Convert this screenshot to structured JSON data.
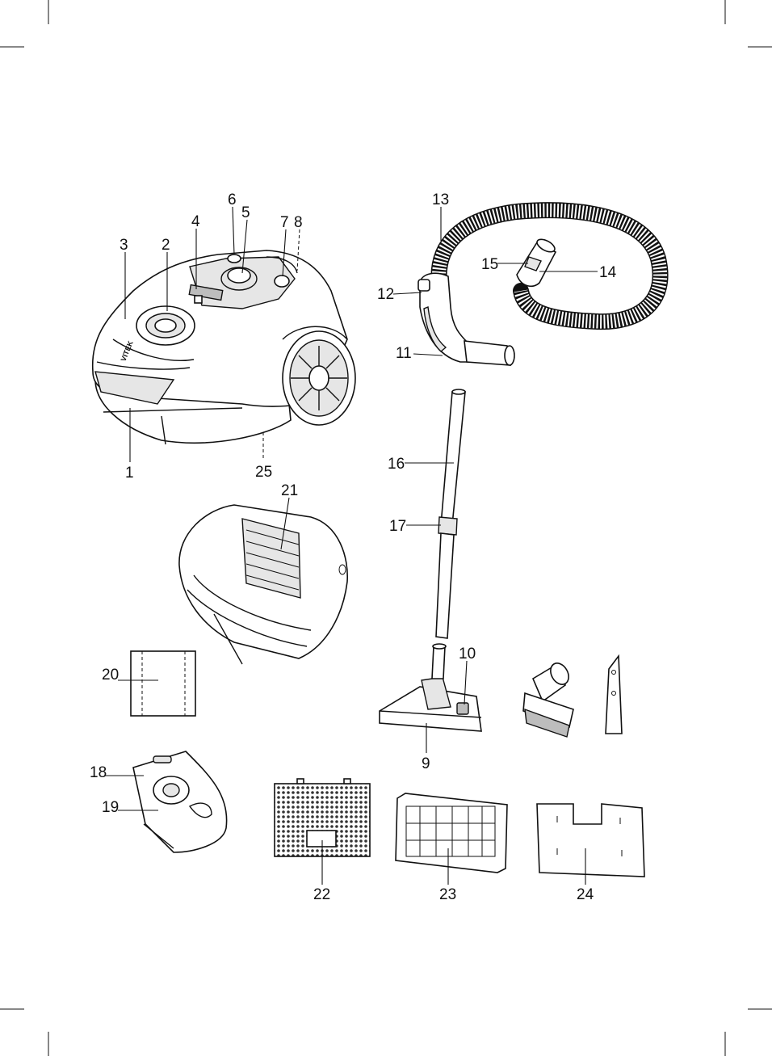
{
  "callouts": [
    {
      "id": "c1",
      "label": "1"
    },
    {
      "id": "c2",
      "label": "2"
    },
    {
      "id": "c3",
      "label": "3"
    },
    {
      "id": "c4",
      "label": "4"
    },
    {
      "id": "c5",
      "label": "5"
    },
    {
      "id": "c6",
      "label": "6"
    },
    {
      "id": "c7",
      "label": "7"
    },
    {
      "id": "c8",
      "label": "8"
    },
    {
      "id": "c9",
      "label": "9"
    },
    {
      "id": "c10",
      "label": "10"
    },
    {
      "id": "c11",
      "label": "11"
    },
    {
      "id": "c12",
      "label": "12"
    },
    {
      "id": "c13",
      "label": "13"
    },
    {
      "id": "c14",
      "label": "14"
    },
    {
      "id": "c15",
      "label": "15"
    },
    {
      "id": "c16",
      "label": "16"
    },
    {
      "id": "c17",
      "label": "17"
    },
    {
      "id": "c18",
      "label": "18"
    },
    {
      "id": "c19",
      "label": "19"
    },
    {
      "id": "c20",
      "label": "20"
    },
    {
      "id": "c21",
      "label": "21"
    },
    {
      "id": "c22",
      "label": "22"
    },
    {
      "id": "c23",
      "label": "23"
    },
    {
      "id": "c24",
      "label": "24"
    },
    {
      "id": "c25",
      "label": "25"
    }
  ],
  "brand": {
    "logo_text": "VITEK"
  },
  "colors": {
    "line": "#111111",
    "fill_light": "#e6e6e6",
    "fill_dark": "#bdbdbd",
    "background": "#ffffff"
  }
}
